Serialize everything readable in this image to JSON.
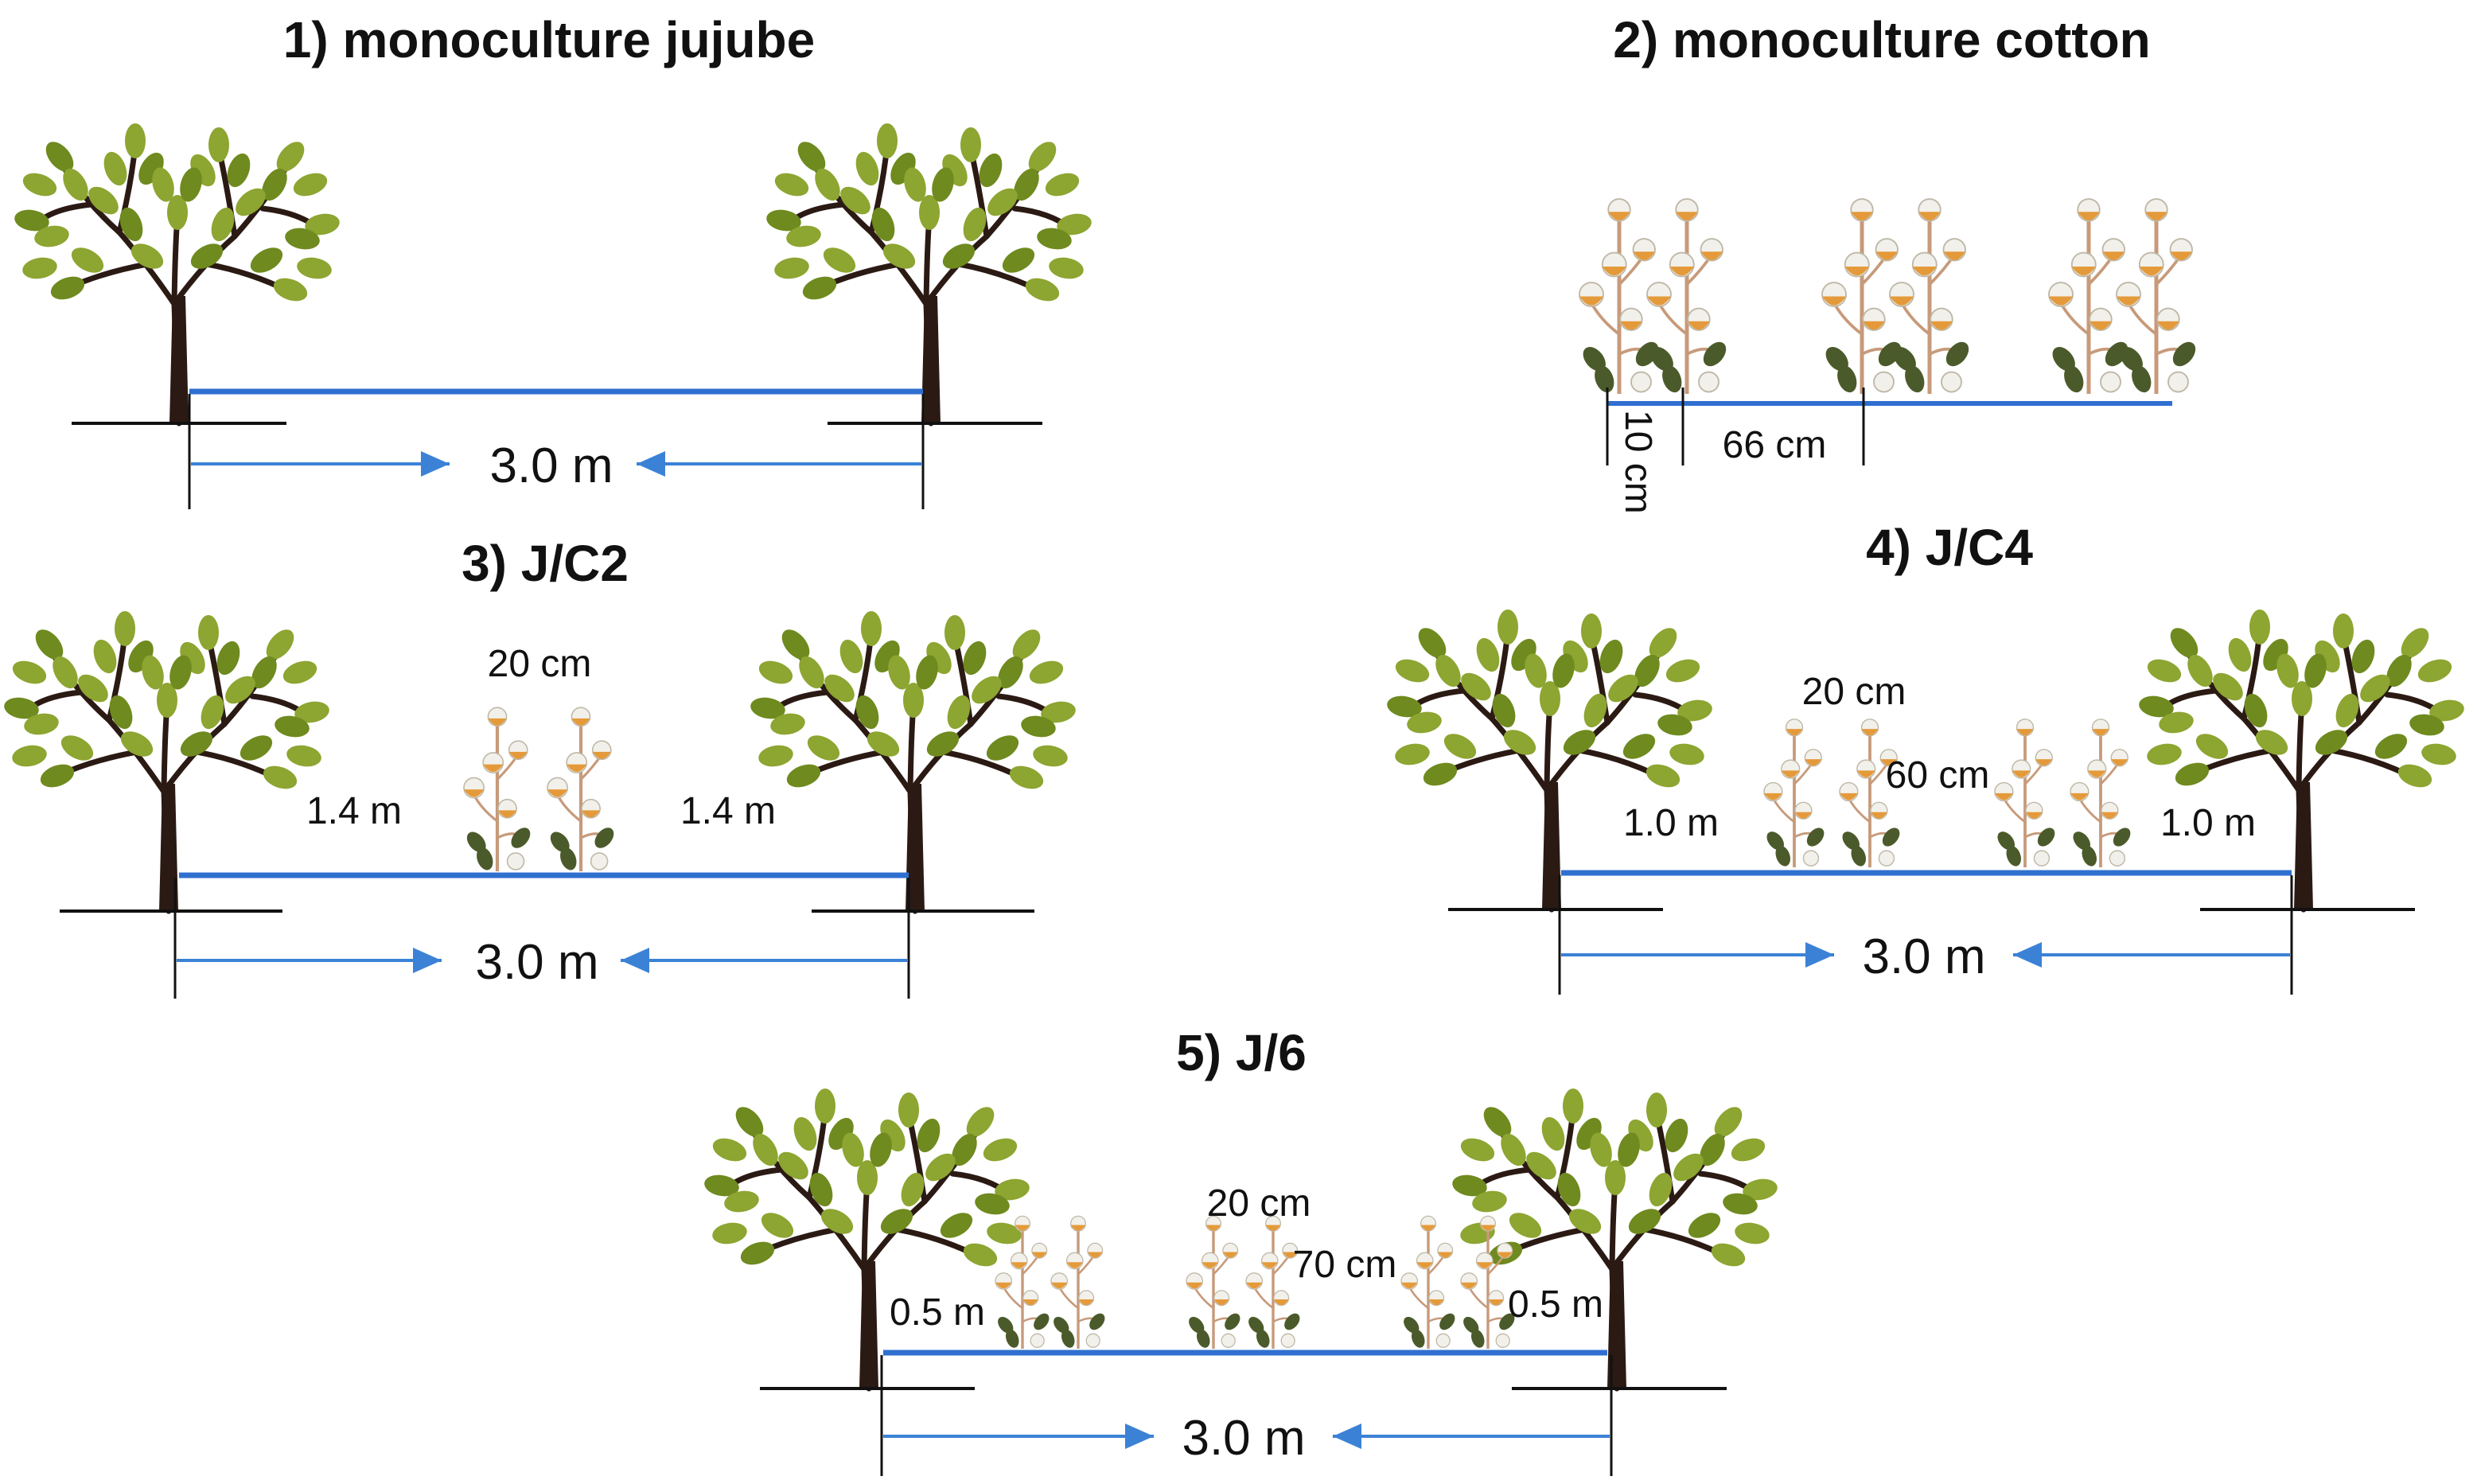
{
  "colors": {
    "trunk": "#2b1a14",
    "leaf": "#8da531",
    "leaf_dark": "#6f8a1e",
    "row_line": "#2f6fd0",
    "arrow": "#3b82d6",
    "ground": "#111111",
    "boll_orange": "#e49a3a",
    "boll_white": "#f2f0ea",
    "cotton_stem": "#c79a7a",
    "cotton_leaf": "#4b5a2a"
  },
  "panels": [
    {
      "id": "p1",
      "title": "1) monoculture jujube",
      "labels": {
        "distance": "3.0 m"
      }
    },
    {
      "id": "p2",
      "title": "2) monoculture cotton",
      "labels": {
        "narrow": "10 cm",
        "wide": "66 cm"
      }
    },
    {
      "id": "p3",
      "title": "3) J/C2",
      "labels": {
        "inner": "20 cm",
        "left_gap": "1.4 m",
        "right_gap": "1.4 m",
        "distance": "3.0 m"
      }
    },
    {
      "id": "p4",
      "title": "4) J/C4",
      "labels": {
        "inner": "20 cm",
        "middle": "60 cm",
        "left_gap": "1.0 m",
        "right_gap": "1.0 m",
        "distance": "3.0 m"
      }
    },
    {
      "id": "p5",
      "title": "5) J/6",
      "labels": {
        "inner": "20 cm",
        "middle": "70 cm",
        "left_gap": "0.5 m",
        "right_gap": "0.5 m",
        "distance": "3.0 m"
      }
    }
  ]
}
